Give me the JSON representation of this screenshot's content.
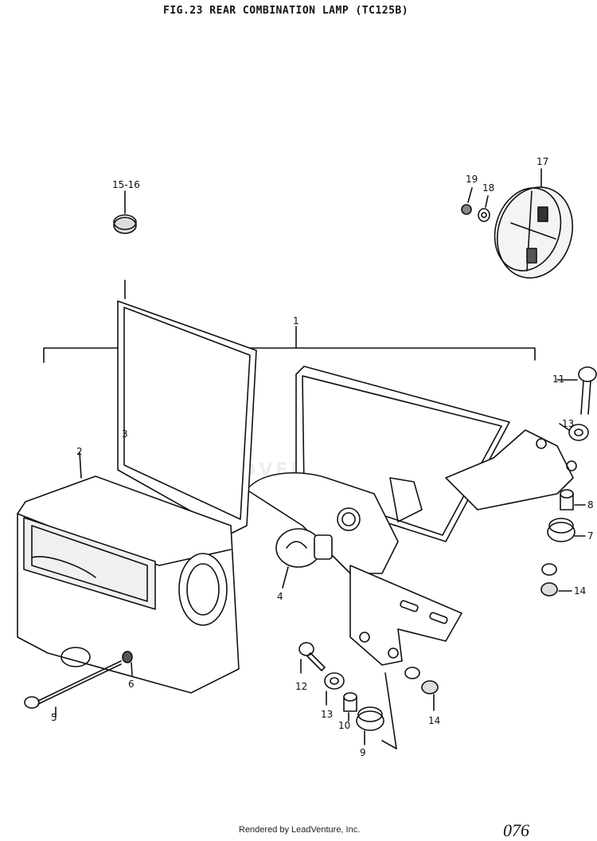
{
  "header": {
    "title": "FIG.23  REAR COMBINATION LAMP (TC125B)"
  },
  "watermark": {
    "text": "LEADVENTURE"
  },
  "callouts": [
    {
      "id": "c1",
      "label": "1"
    },
    {
      "id": "c2",
      "label": "2"
    },
    {
      "id": "c3",
      "label": "3"
    },
    {
      "id": "c4",
      "label": "4"
    },
    {
      "id": "c5",
      "label": "5"
    },
    {
      "id": "c6",
      "label": "6"
    },
    {
      "id": "c7",
      "label": "7"
    },
    {
      "id": "c8",
      "label": "8"
    },
    {
      "id": "c9",
      "label": "9"
    },
    {
      "id": "c10",
      "label": "10"
    },
    {
      "id": "c11",
      "label": "11"
    },
    {
      "id": "c12",
      "label": "12"
    },
    {
      "id": "c13a",
      "label": "13"
    },
    {
      "id": "c13b",
      "label": "13"
    },
    {
      "id": "c14a",
      "label": "14"
    },
    {
      "id": "c14b",
      "label": "14"
    },
    {
      "id": "c1516",
      "label": "15-16"
    },
    {
      "id": "c17",
      "label": "17"
    },
    {
      "id": "c18",
      "label": "18"
    },
    {
      "id": "c19",
      "label": "19"
    }
  ],
  "footer": {
    "rendered_by": "Rendered by LeadVenture, Inc.",
    "page_number": "076"
  }
}
